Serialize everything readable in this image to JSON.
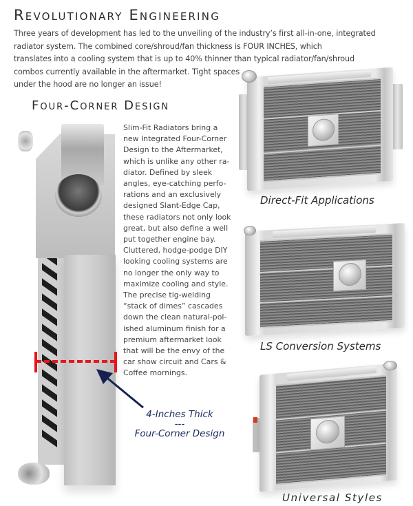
{
  "header": {
    "title": "Revolutionary Engineering",
    "intro_lines": [
      "Three years of development has led to the unveiling of the industry’s first all-in-one, integrated",
      "radiator system. The combined core/shroud/fan thickness is FOUR INCHES, which",
      "translates into a cooling system that is up to 40% thinner than typical radiator/fan/shroud",
      "combos currently available in the aftermarket. Tight spaces",
      "under the hood are no longer an issue!"
    ]
  },
  "four_corner": {
    "title": "Four-Corner Design",
    "body_lines": [
      "Slim-Fit Radiators bring a",
      "new Integrated Four-Corner",
      "Design to the Aftermarket,",
      "which is unlike any other ra-",
      "diator. Defined by sleek",
      "angles, eye-catching perfo-",
      "rations and an exclusively",
      "designed Slant-Edge Cap,",
      "these radiators not only look",
      "great, but also define a well",
      "put together engine bay.",
      "Cluttered, hodge-podge DIY",
      "looking cooling systems are",
      "no longer the only way to",
      "maximize cooling and style.",
      "The precise tig-welding",
      "“stack of dimes” cascades",
      "down the clean natural-pol-",
      "ished aluminum finish for a",
      "premium aftermarket look",
      "that will be the envy of the",
      "car show circuit and Cars &",
      "Coffee mornings."
    ],
    "annotation": {
      "line1": "4-Inches Thick",
      "line2": "---",
      "line3": "Four-Corner Design",
      "color": "#1a2a5e",
      "measure_color": "#e8141b"
    }
  },
  "products": [
    {
      "caption": "Direct-Fit Applications"
    },
    {
      "caption": "LS Conversion Systems"
    },
    {
      "caption": "Universal Styles"
    }
  ]
}
